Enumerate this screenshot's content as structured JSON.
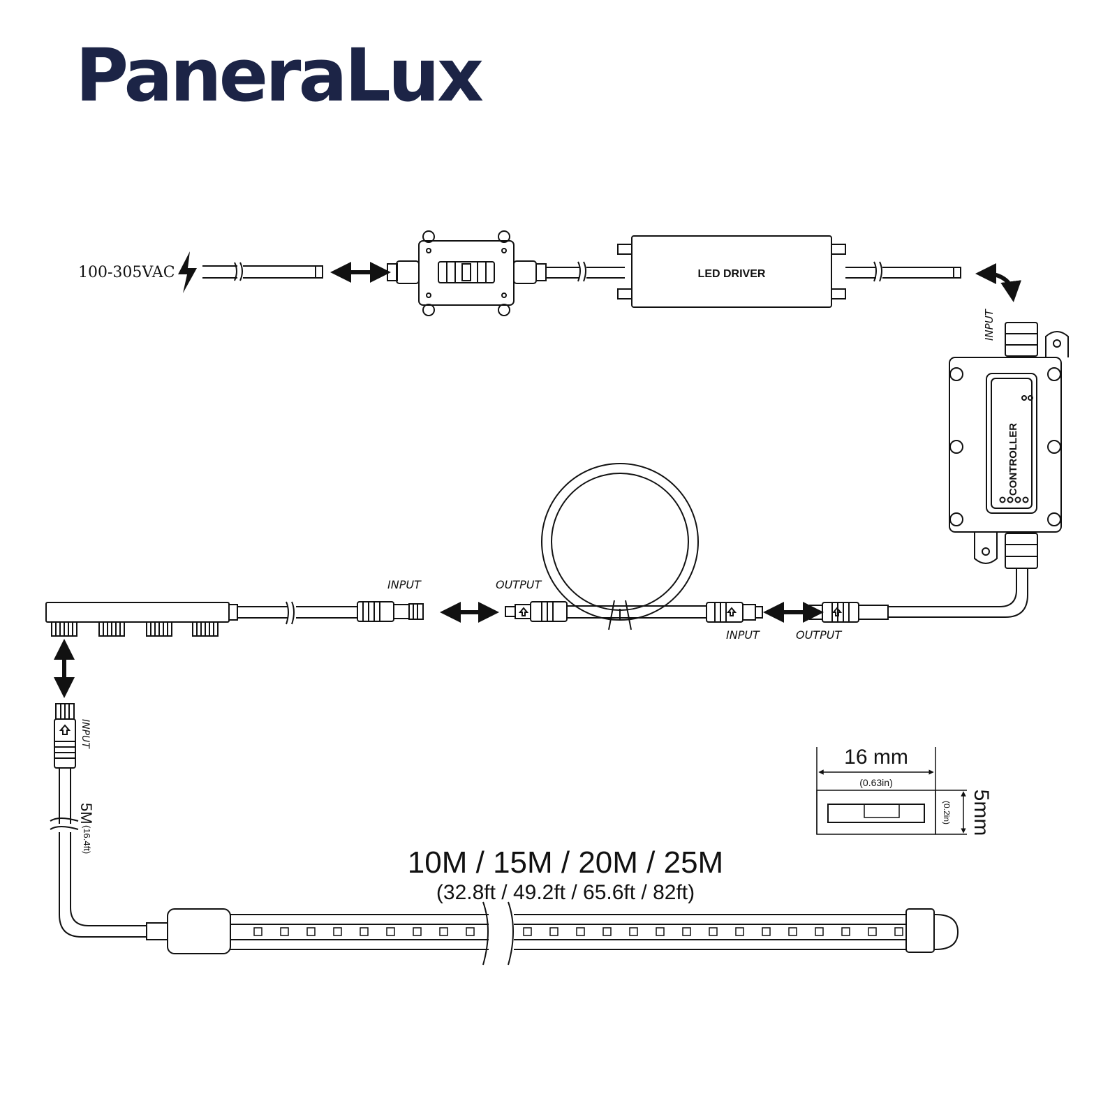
{
  "brand": {
    "name": "PaneraLux",
    "color": "#1c2446"
  },
  "power": {
    "voltage": "100-305VAC"
  },
  "driver": {
    "label": "LED DRIVER"
  },
  "controller": {
    "label": "CONTROLLER",
    "input_label": "INPUT"
  },
  "connectors": {
    "input_label": "INPUT",
    "output_label": "OUTPUT"
  },
  "strip": {
    "lengths_metric": "10M / 15M / 20M / 25M",
    "lengths_imperial": "(32.8ft / 49.2ft / 65.6ft / 82ft)",
    "lead_length": "5M",
    "lead_length_imperial": "(16.4ft)"
  },
  "profile": {
    "width": "16 mm",
    "width_imperial": "(0.63in)",
    "height": "5mm",
    "height_imperial": "(0.2in)"
  },
  "icons": [
    "lightning-icon",
    "double-arrow-icon",
    "curved-arrow-icon"
  ]
}
